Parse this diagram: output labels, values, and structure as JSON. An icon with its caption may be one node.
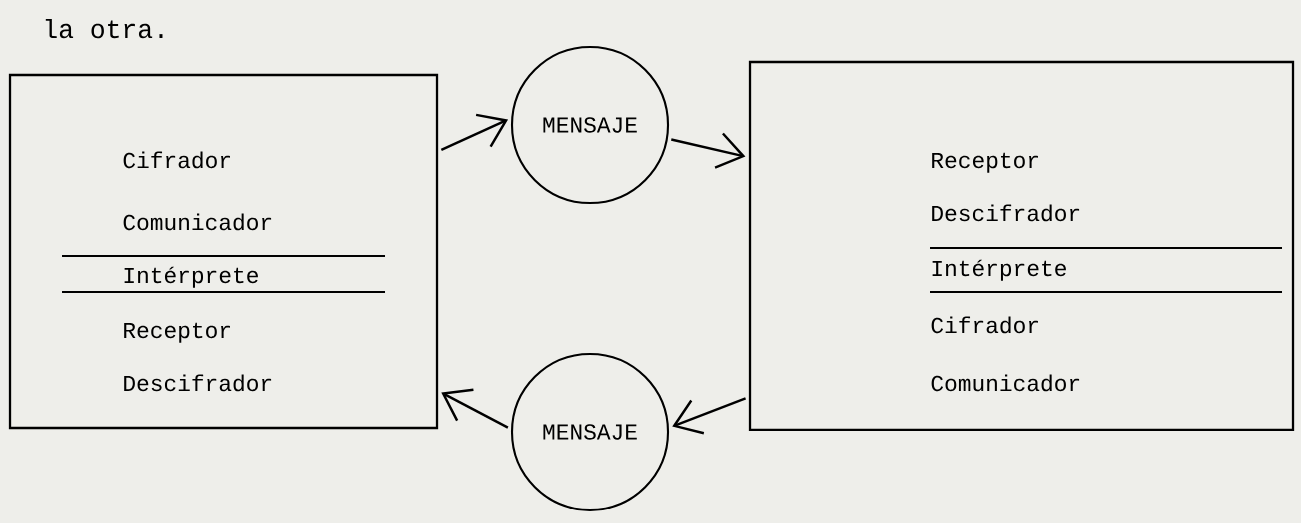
{
  "diagram": {
    "nodes": [
      {
        "text": [
          "Cifrador",
          "Comunicador",
          "Intérprete",
          "Receptor",
          "Descifrador"
        ]
      },
      {
        "text": [
          "MENSAJE"
        ]
      },
      {
        "text": [
          "Receptor",
          "Descifrador",
          "Intérprete",
          "Cifrador",
          "Comunicador"
        ]
      },
      {
        "text": [
          "MENSAJE"
        ]
      }
    ],
    "edges": [
      {
        "from": 0,
        "to": 1,
        "arrow": "to"
      },
      {
        "from": 1,
        "to": 2,
        "arrow": "to"
      },
      {
        "from": 2,
        "to": 3,
        "arrow": "to"
      },
      {
        "from": 3,
        "to": 0,
        "arrow": "to"
      }
    ],
    "labels": [
      "la otra."
    ]
  }
}
